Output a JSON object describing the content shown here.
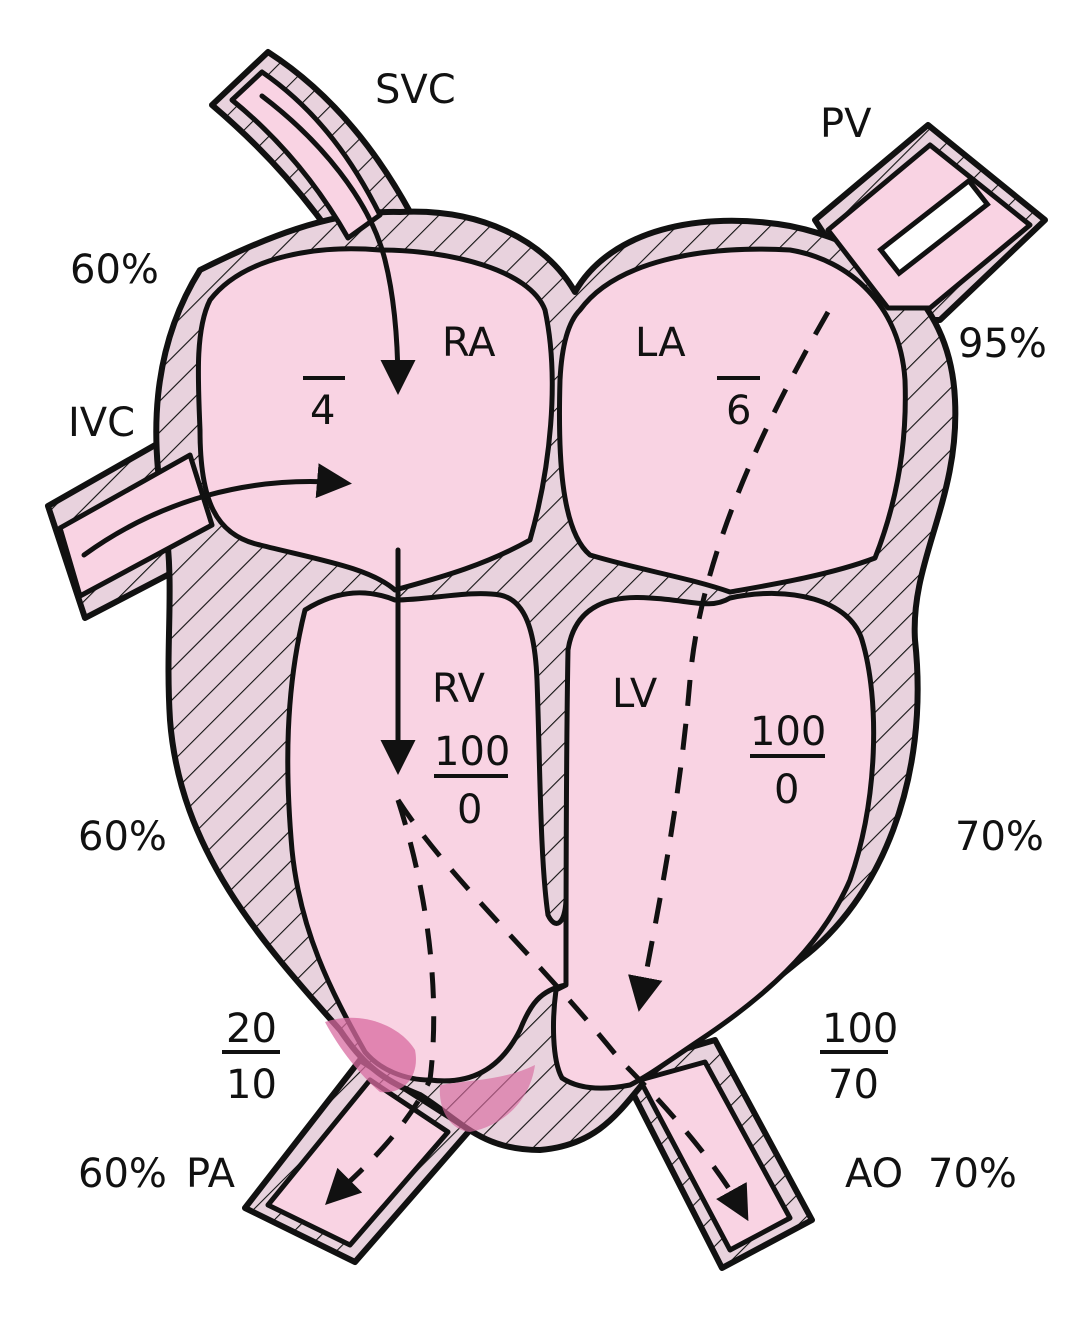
{
  "colors": {
    "blood": "#f9d3e3",
    "wall": "#e8d2dd",
    "outline": "#111111",
    "stenosis": "#d86ba0"
  },
  "vessels": {
    "svc": "SVC",
    "ivc": "IVC",
    "pv": "PV",
    "pa": "PA",
    "ao": "AO"
  },
  "chambers": {
    "ra": {
      "name": "RA",
      "pressure": "4"
    },
    "la": {
      "name": "LA",
      "pressure": "6"
    },
    "rv": {
      "name": "RV",
      "systolic": "100",
      "diastolic": "0"
    },
    "lv": {
      "name": "LV",
      "systolic": "100",
      "diastolic": "0"
    }
  },
  "great_arteries": {
    "pa": {
      "systolic": "20",
      "diastolic": "10"
    },
    "ao": {
      "systolic": "100",
      "diastolic": "70"
    }
  },
  "saturations": {
    "svc": "60%",
    "ivc": "60%",
    "pv": "95%",
    "lv": "70%",
    "pa": "60%",
    "ao": "70%"
  }
}
